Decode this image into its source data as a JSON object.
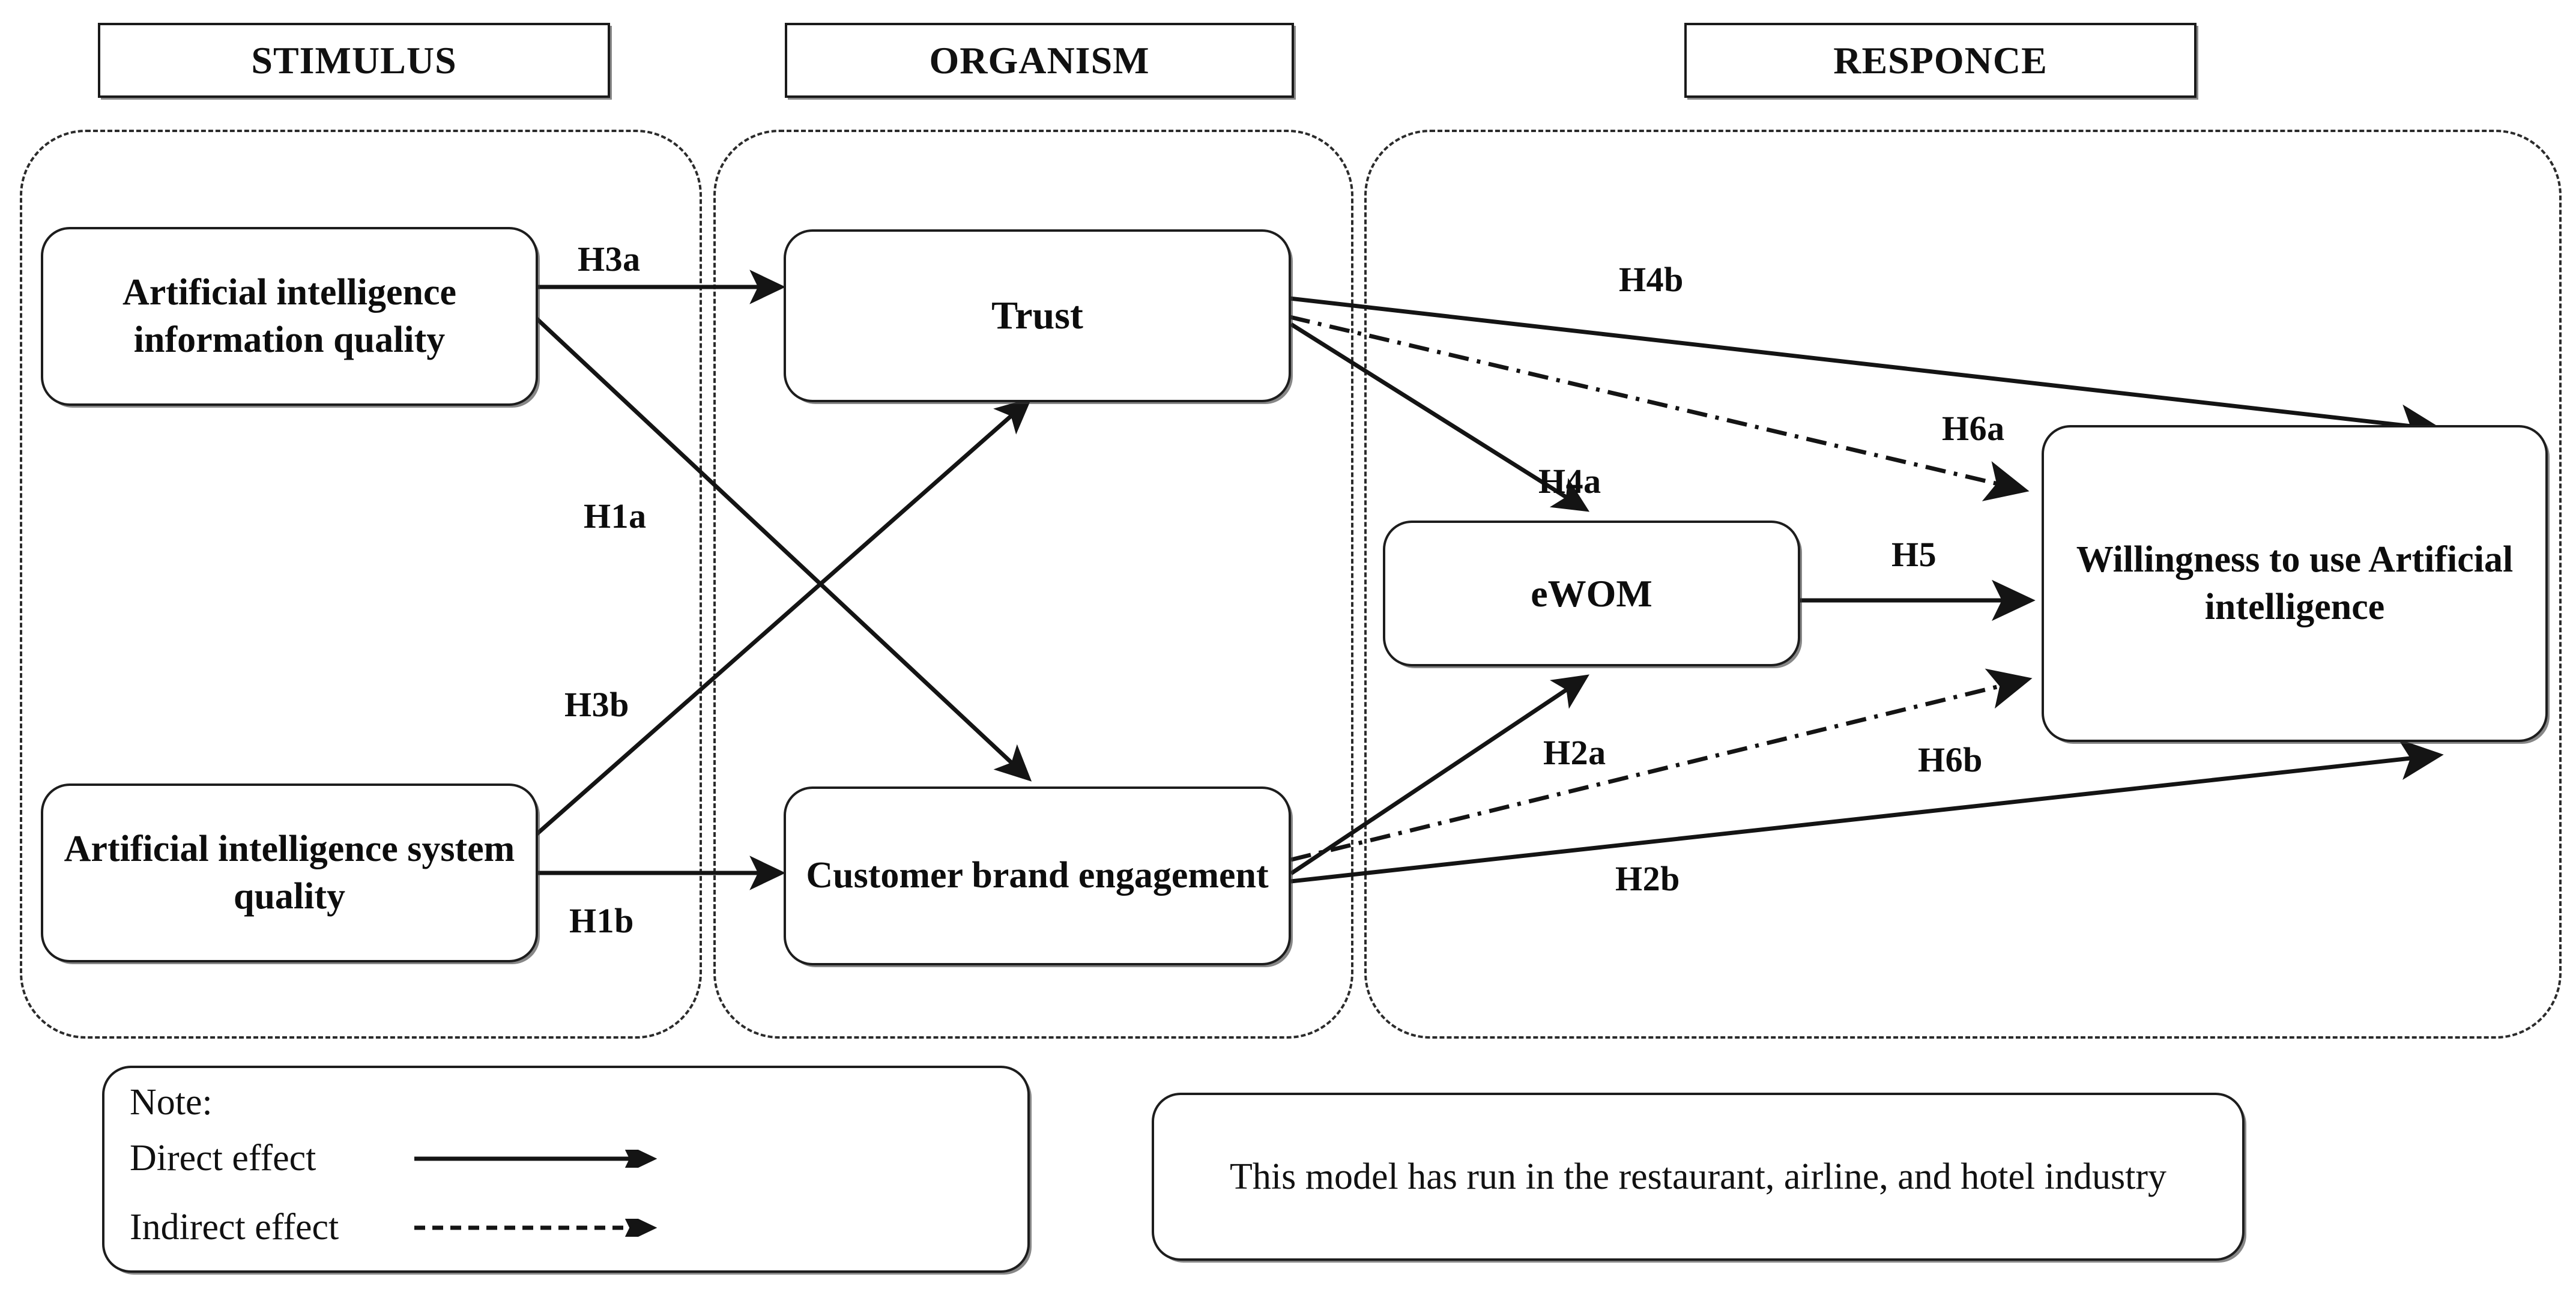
{
  "diagram": {
    "title_role": "conceptual-research-model",
    "sections": [
      {
        "id": "stimulus",
        "label": "STIMULUS"
      },
      {
        "id": "organism",
        "label": "ORGANISM"
      },
      {
        "id": "responce",
        "label": "RESPONCE"
      }
    ],
    "nodes": [
      {
        "id": "ai-info-quality",
        "label": "Artificial intelligence information quality",
        "section": "stimulus"
      },
      {
        "id": "ai-system-quality",
        "label": "Artificial intelligence system quality",
        "section": "stimulus"
      },
      {
        "id": "trust",
        "label": "Trust",
        "section": "organism"
      },
      {
        "id": "customer-brand-engagement",
        "label": "Customer brand engagement",
        "section": "organism"
      },
      {
        "id": "ewom",
        "label": "eWOM",
        "section": "responce"
      },
      {
        "id": "willingness",
        "label": "Willingness to use Artificial intelligence",
        "section": "responce"
      }
    ],
    "paths": [
      {
        "id": "H3a",
        "label": "H3a",
        "from": "ai-info-quality",
        "to": "trust",
        "effect": "direct"
      },
      {
        "id": "H1a",
        "label": "H1a",
        "from": "ai-info-quality",
        "to": "customer-brand-engagement",
        "effect": "direct"
      },
      {
        "id": "H3b",
        "label": "H3b",
        "from": "ai-system-quality",
        "to": "trust",
        "effect": "direct"
      },
      {
        "id": "H1b",
        "label": "H1b",
        "from": "ai-system-quality",
        "to": "customer-brand-engagement",
        "effect": "direct"
      },
      {
        "id": "H4a",
        "label": "H4a",
        "from": "trust",
        "to": "ewom",
        "effect": "direct"
      },
      {
        "id": "H4b",
        "label": "H4b",
        "from": "trust",
        "to": "willingness",
        "effect": "direct"
      },
      {
        "id": "H6a",
        "label": "H6a",
        "from": "trust",
        "to": "willingness",
        "effect": "indirect"
      },
      {
        "id": "H2a",
        "label": "H2a",
        "from": "customer-brand-engagement",
        "to": "ewom",
        "effect": "direct"
      },
      {
        "id": "H2b",
        "label": "H2b",
        "from": "customer-brand-engagement",
        "to": "willingness",
        "effect": "direct"
      },
      {
        "id": "H6b",
        "label": "H6b",
        "from": "customer-brand-engagement",
        "to": "willingness",
        "effect": "indirect"
      },
      {
        "id": "H5",
        "label": "H5",
        "from": "ewom",
        "to": "willingness",
        "effect": "direct"
      }
    ],
    "legend": {
      "title": "Note:",
      "items": [
        {
          "id": "direct",
          "label": "Direct effect",
          "style": "solid-arrow"
        },
        {
          "id": "indirect",
          "label": "Indirect effect",
          "style": "dashed-arrow"
        }
      ]
    },
    "caption": "This model has run in the restaurant, airline, and hotel industry",
    "colors": {
      "ink": "#0d0d0d",
      "line": "#1d1d1d",
      "zone_border": "#2b2b2b",
      "background": "#ffffff"
    }
  }
}
